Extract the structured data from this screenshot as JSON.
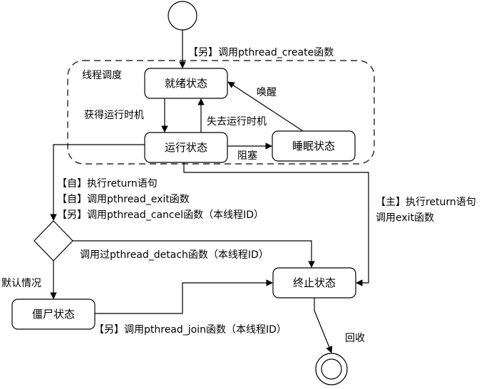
{
  "region": {
    "label": "线程调度"
  },
  "states": {
    "ready": "就绪状态",
    "running": "运行状态",
    "sleeping": "睡眠状态",
    "terminated": "终止状态",
    "zombie": "僵尸状态"
  },
  "edges": {
    "create": "【另】调用pthread_create函数",
    "get_cpu": "获得运行时机",
    "lose_cpu": "失去运行时机",
    "wake": "唤醒",
    "block": "阻塞",
    "self_return": "【自】执行return语句",
    "self_exit": "【自】调用pthread_exit函数",
    "cancel": "【另】调用pthread_cancel函数（本线程ID）",
    "main_return": "【主】执行return语句",
    "call_exit": "调用exit函数",
    "detach": "调用过pthread_detach函数（本线程ID）",
    "default": "默认情况",
    "join": "【另】调用pthread_join函数（本线程ID）",
    "reclaim": "回收"
  }
}
